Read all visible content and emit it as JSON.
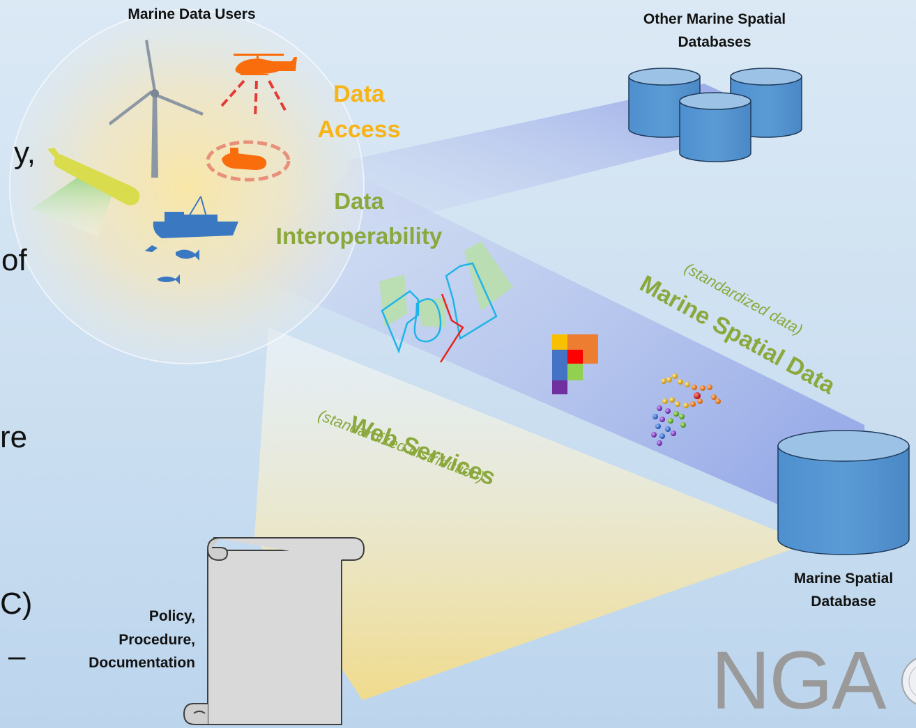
{
  "labels": {
    "marine_data_users": "Marine Data Users",
    "other_databases": "Other Marine Spatial Databases",
    "data_access": "Data Access",
    "data_interoperability": "Data Interoperability",
    "web_services": "Web Services",
    "standardized_distribution": "(standardized distribution)",
    "marine_spatial_data": "Marine Spatial Data",
    "standardized_data": "(standardized data)",
    "marine_spatial_database": "Marine Spatial Database",
    "policy": "Policy, Procedure, Documentation",
    "logo": "NGA"
  },
  "left_edge_fragments": [
    "y,",
    "of",
    "re",
    "C)",
    "–"
  ],
  "colors": {
    "accent_green": "#8aa83c",
    "accent_orange": "#f7b418",
    "database_blue": "#5b9bd5",
    "asset_orange": "#f96d0c",
    "vessel_blue": "#3a78c2",
    "sensor_yellow": "#d9dc4c",
    "beam_purple": "#8fa1e6",
    "beam_yellow": "#f9de8c"
  },
  "icons": [
    "wind-turbine-icon",
    "helicopter-icon",
    "submarine-icon",
    "auv-icon",
    "ship-icon",
    "fish-icon",
    "map-polygons-icon",
    "grid-blocks-icon",
    "point-cloud-icon",
    "scroll-document-icon",
    "database-icon"
  ]
}
